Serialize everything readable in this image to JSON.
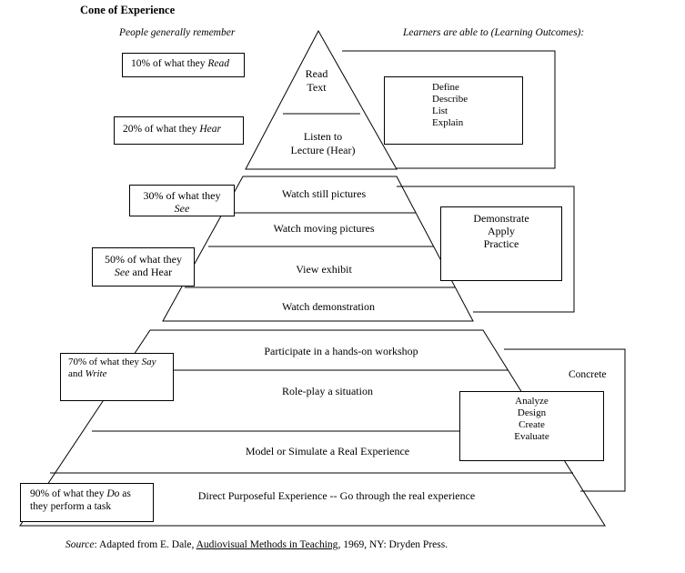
{
  "title": "Cone of Experience",
  "left_header": "People generally remember",
  "right_header": "Learners are able to (Learning Outcomes):",
  "layers": [
    {
      "l1": "Read",
      "l2": "Text"
    },
    {
      "l1": "Listen to",
      "l2": "Lecture (Hear)"
    },
    {
      "l1": "Watch still pictures"
    },
    {
      "l1": "Watch moving pictures"
    },
    {
      "l1": "View exhibit"
    },
    {
      "l1": "Watch demonstration"
    },
    {
      "l1": "Participate in a hands-on workshop"
    },
    {
      "l1": "Role-play a situation"
    },
    {
      "l1": "Model or Simulate a Real Experience"
    },
    {
      "l1": "Direct Purposeful Experience -- Go through the real experience"
    }
  ],
  "remember": [
    {
      "pre": "10% of what they ",
      "em": "Read",
      "post": ""
    },
    {
      "pre": "20% of what they  ",
      "em": "Hear",
      "post": ""
    },
    {
      "pre": "30% of what they",
      "em": "See",
      "post": ""
    },
    {
      "pre": "50% of what they",
      "em": "See",
      "post": " and Hear"
    },
    {
      "pre": "70% of what they ",
      "em": "Say",
      "mid": "and ",
      "em2": "Write"
    },
    {
      "pre": "90% of what they ",
      "em": "Do",
      "post": " as",
      "l2": "they perform a task"
    }
  ],
  "outcomes": [
    {
      "items": [
        "Define",
        "Describe",
        "List",
        "Explain"
      ]
    },
    {
      "items": [
        "Demonstrate",
        "Apply",
        "Practice"
      ]
    },
    {
      "items": [
        "Analyze",
        "Design",
        "Create",
        "Evaluate"
      ]
    }
  ],
  "concrete_label": "Concrete",
  "source": {
    "label": "Source",
    "pre": ":  Adapted from E. Dale, ",
    "book": "Audiovisual Methods in Teaching",
    "post": ", 1969, NY: Dryden Press."
  }
}
